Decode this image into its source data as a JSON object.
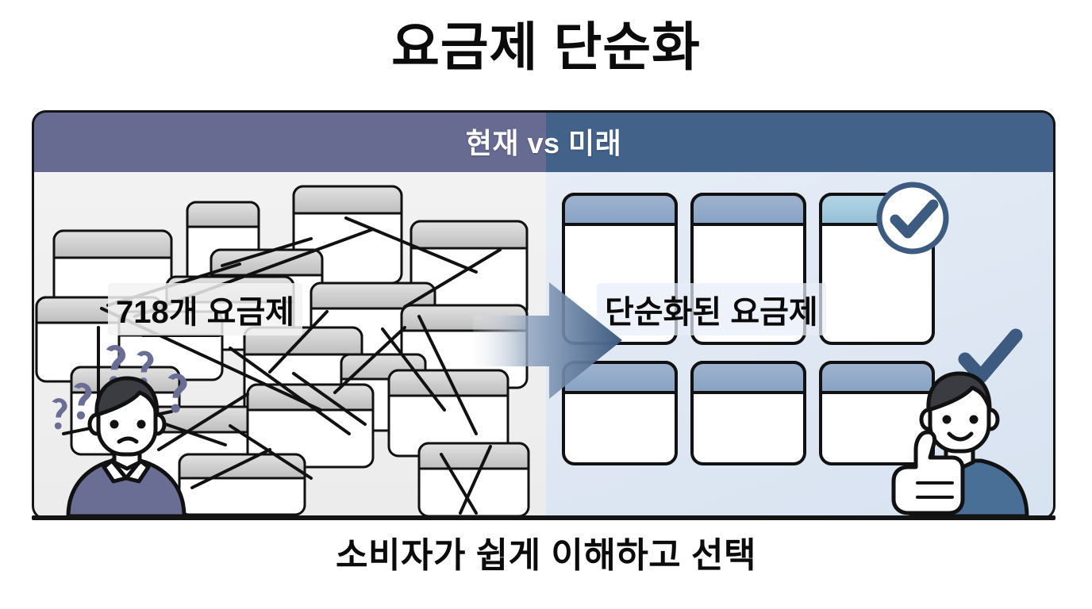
{
  "title": "요금제 단순화",
  "panel": {
    "header": {
      "text": "현재 vs 미래",
      "left_color": "#676b91",
      "right_color": "#42628a"
    },
    "left_side": {
      "name": "현재",
      "label": "718개 요금제",
      "plan_count": 718,
      "background_color": "#efefef",
      "card_count": 18,
      "card_header_color": "#c9c9c9",
      "tangle_line_color": "#111111",
      "person": {
        "mood": "confused",
        "shirt_color": "#6a6e94",
        "hair_color": "#3b3b42",
        "question_marks": 5,
        "question_mark_color": "#6a6e94"
      }
    },
    "right_side": {
      "name": "미래",
      "label": "단순화된 요금제",
      "background_color": "#dde6f2",
      "card_count": 6,
      "card_header_color": "#8fa6c4",
      "card_header_accent_color": "#a8cade",
      "check_badge": "check-circle-icon",
      "check_color": "#3d5a80",
      "person": {
        "mood": "happy",
        "gesture": "thumbs-up",
        "shirt_color": "#4a6f96",
        "hair_color": "#3b3b42"
      }
    },
    "arrow": {
      "direction": "right",
      "gradient_from": "#f0f0f0",
      "gradient_to": "#3d5a80"
    }
  },
  "caption": "소비자가 쉽게 이해하고 선택"
}
